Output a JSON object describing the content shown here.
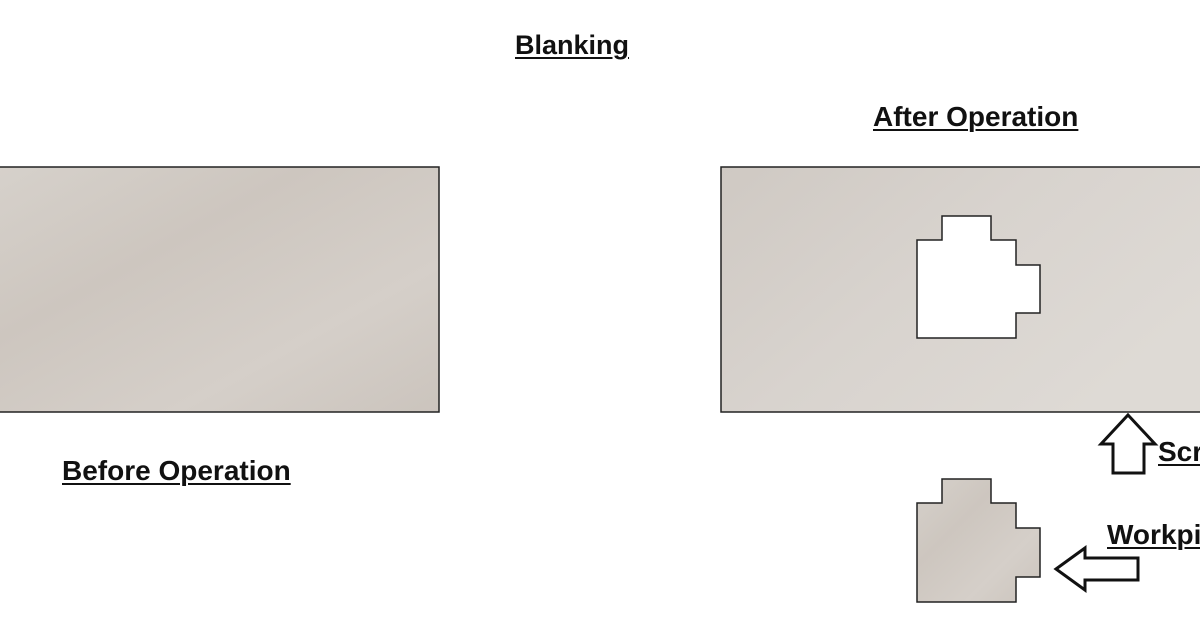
{
  "title": "Blanking",
  "labels": {
    "before": "Before Operation",
    "after": "After Operation",
    "scrap": "Scrap",
    "workpiece": "Workpiece"
  },
  "colors": {
    "sheet": "#d2ccc6",
    "outline": "#222222",
    "background": "#ffffff"
  },
  "icons": {
    "scrap_arrow": "arrow-up-icon",
    "workpiece_arrow": "arrow-left-icon"
  }
}
